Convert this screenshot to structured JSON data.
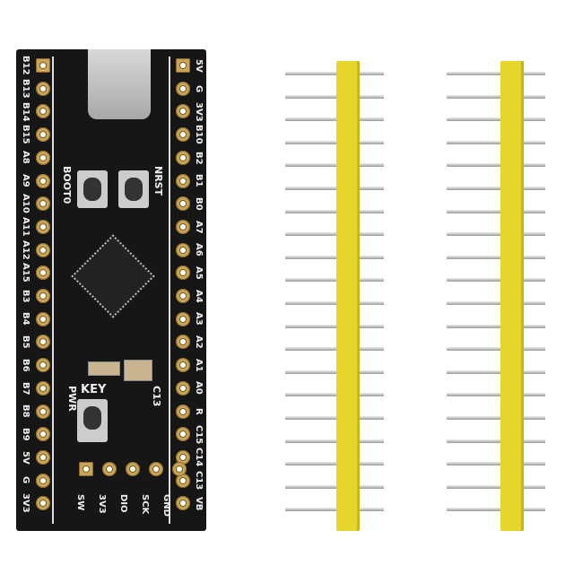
{
  "board": {
    "left_pins": [
      "B12",
      "B13",
      "B14",
      "B15",
      "A8",
      "A9",
      "A10",
      "A11",
      "A12",
      "A15",
      "B3",
      "B4",
      "B5",
      "B6",
      "B7",
      "B8",
      "B9",
      "5V",
      "G",
      "3V3"
    ],
    "right_pins": [
      "5V",
      "G",
      "3V3",
      "B10",
      "B2",
      "B1",
      "B0",
      "A7",
      "A6",
      "A5",
      "A4",
      "A3",
      "A2",
      "A1",
      "A0",
      "R",
      "C15",
      "C14",
      "C13",
      "VB"
    ],
    "swd_pins": [
      "SW",
      "3V3",
      "DIO",
      "SCK",
      "GND"
    ],
    "labels": {
      "boot": "BOOT0",
      "reset": "NRST",
      "key": "KEY",
      "power_led": "PWR",
      "user_led": "C13"
    },
    "colors": {
      "pcb": "#161616",
      "pad": "#c8a455",
      "header": "#e6d52a"
    }
  },
  "headers": {
    "count": 2,
    "pins_per_header": 20
  }
}
